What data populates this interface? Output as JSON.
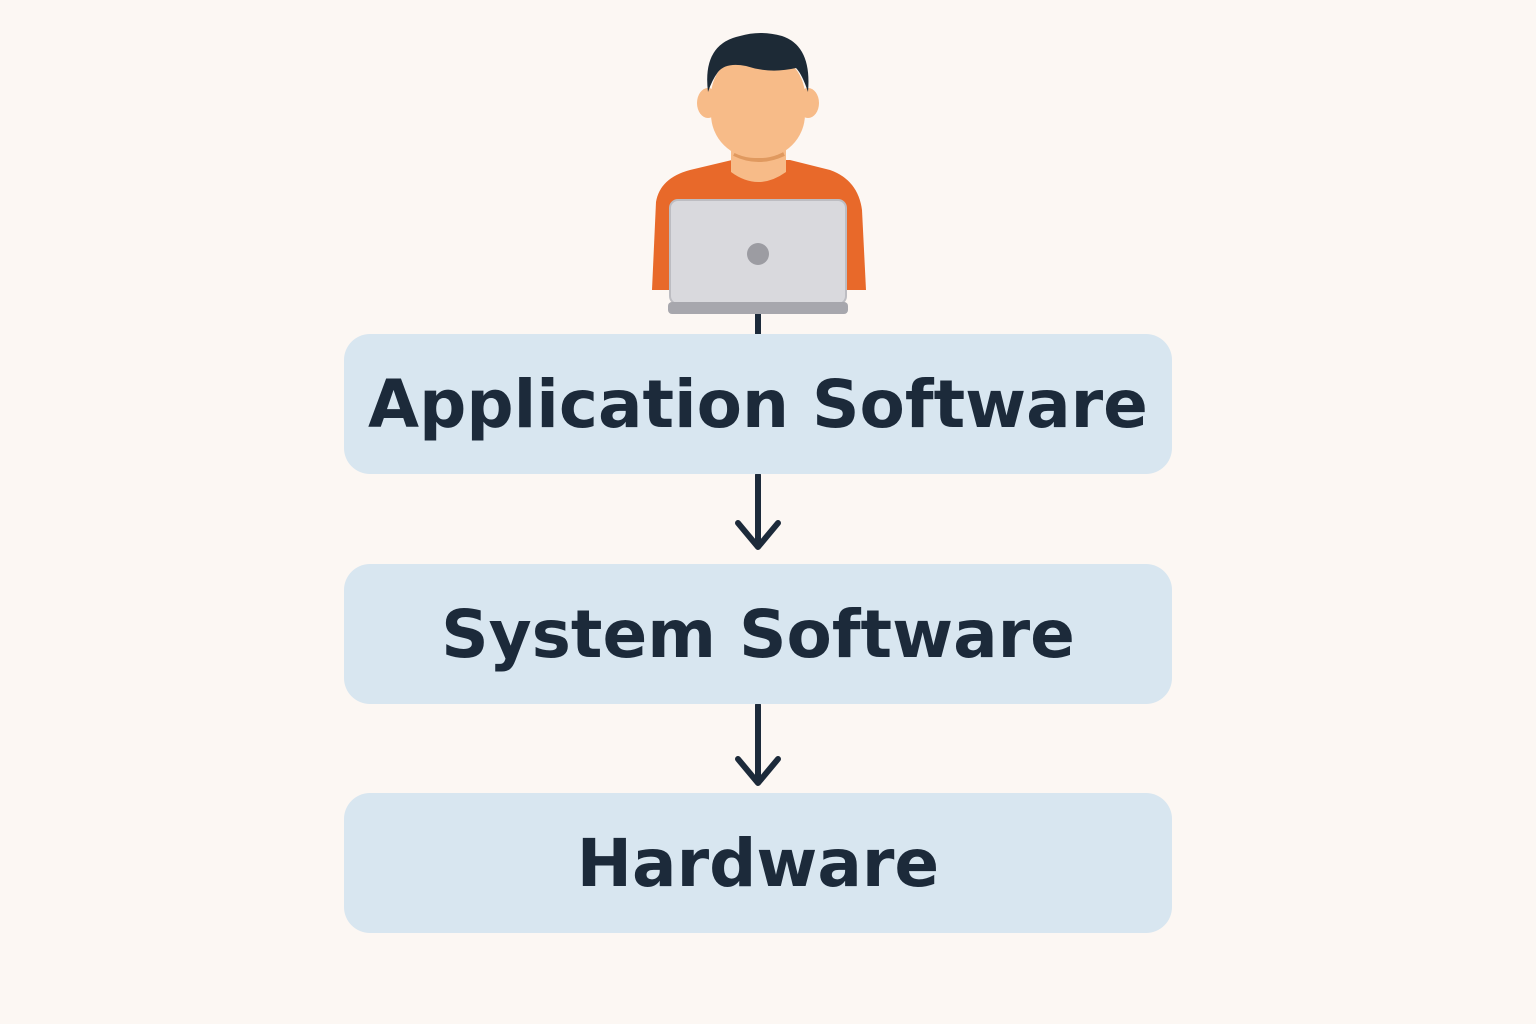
{
  "diagram": {
    "layers": [
      {
        "label": "Application Software"
      },
      {
        "label": "System Software"
      },
      {
        "label": "Hardware"
      }
    ]
  },
  "colors": {
    "background": "#fcf7f3",
    "box_fill": "#d8e6f0",
    "text": "#1c2a3a",
    "arrow": "#1c2a3a",
    "shirt": "#e8692a",
    "skin": "#f7bb88",
    "hair": "#1d2a36",
    "laptop": "#d9d9dd"
  },
  "icons": {
    "user": "person-at-laptop-icon",
    "arrows": "arrow-down-icon"
  }
}
